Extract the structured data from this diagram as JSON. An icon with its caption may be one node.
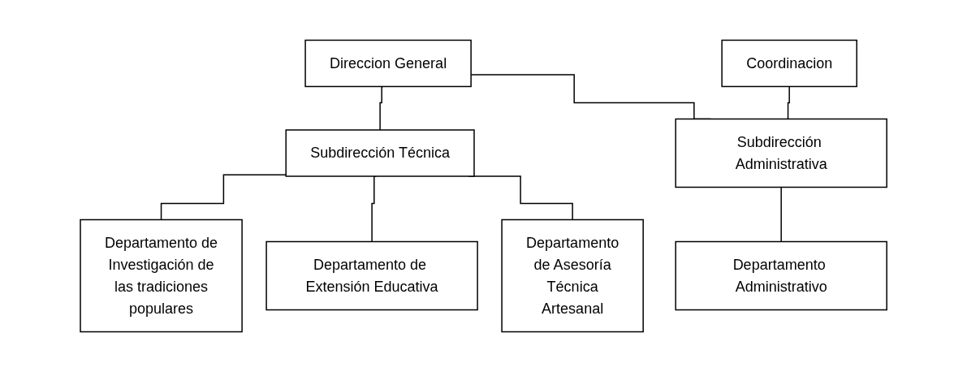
{
  "diagram": {
    "nodes": [
      {
        "text": [
          "Direccion General"
        ]
      },
      {
        "text": [
          "Coordinacion"
        ]
      },
      {
        "text": [
          "Subdirección Técnica"
        ]
      },
      {
        "text": [
          "Subdirección Administrativa"
        ]
      },
      {
        "text": [
          "Departamento de Investigación de las tradiciones populares"
        ]
      },
      {
        "text": [
          "Departamento de Extensión Educativa"
        ]
      },
      {
        "text": [
          "Departamento de Asesoría Técnica Artesanal"
        ]
      },
      {
        "text": [
          "Departamento Administrativo"
        ]
      }
    ],
    "edges": [
      {
        "from": 0,
        "to": 2,
        "arrow": "none"
      },
      {
        "from": 0,
        "to": 3,
        "arrow": "none"
      },
      {
        "from": 1,
        "to": 3,
        "arrow": "none"
      },
      {
        "from": 2,
        "to": 4,
        "arrow": "none"
      },
      {
        "from": 2,
        "to": 5,
        "arrow": "none"
      },
      {
        "from": 2,
        "to": 6,
        "arrow": "none"
      },
      {
        "from": 3,
        "to": 7,
        "arrow": "none"
      }
    ]
  }
}
